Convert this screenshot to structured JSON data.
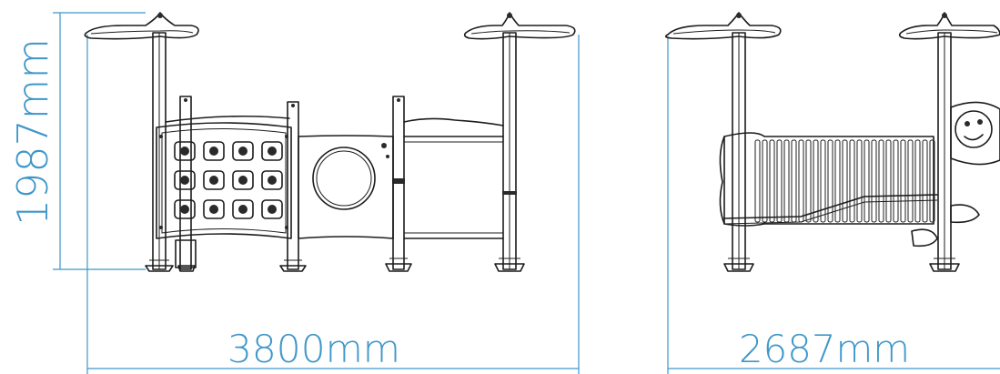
{
  "dimensions": {
    "height_label": "1987mm",
    "width_label": "3800mm",
    "depth_label": "2687mm"
  },
  "colors": {
    "dimension": "#3f97c9",
    "ink": "#1c1c1c"
  }
}
